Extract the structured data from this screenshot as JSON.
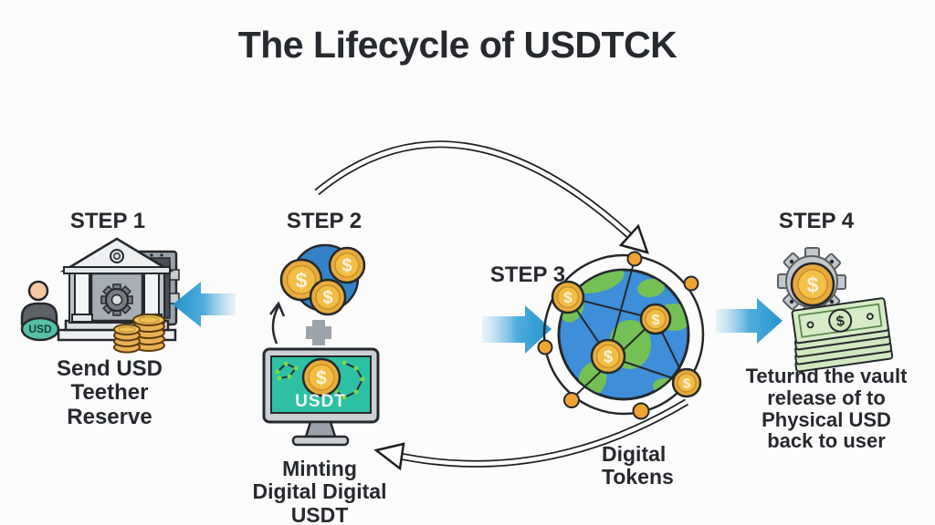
{
  "title": "The Lifecycle of USDTCK",
  "symbols": {
    "dollar": "$"
  },
  "badges": {
    "usd": "USD",
    "usdt": "USDT"
  },
  "steps": [
    {
      "label": "STEP 1",
      "caption": "Send USD\nTeether\nReserve"
    },
    {
      "label": "STEP 2",
      "caption": "Minting\nDigital Digital\nUSDT"
    },
    {
      "label": "STEP 3",
      "caption": "Digital\nTokens"
    },
    {
      "label": "STEP 4",
      "caption": "Teturnd the vault\nrelease of to\nPhysical USD\nback to user"
    }
  ],
  "colors": {
    "accent_blue_arrow": "#2e9fd6",
    "blob_blue": "#3583c6",
    "globe_ocean": "#3e8ed9",
    "globe_land": "#74c055",
    "coin_gold": "#e8ac3c",
    "coin_gold_inner": "#f2bd45",
    "node_orange": "#f0a432",
    "screen_teal": "#2ec0a5",
    "badge_teal": "#57c0a8",
    "money_green": "#d6ecc6",
    "outline_dark": "#25282c",
    "text_dark": "#26292e"
  }
}
